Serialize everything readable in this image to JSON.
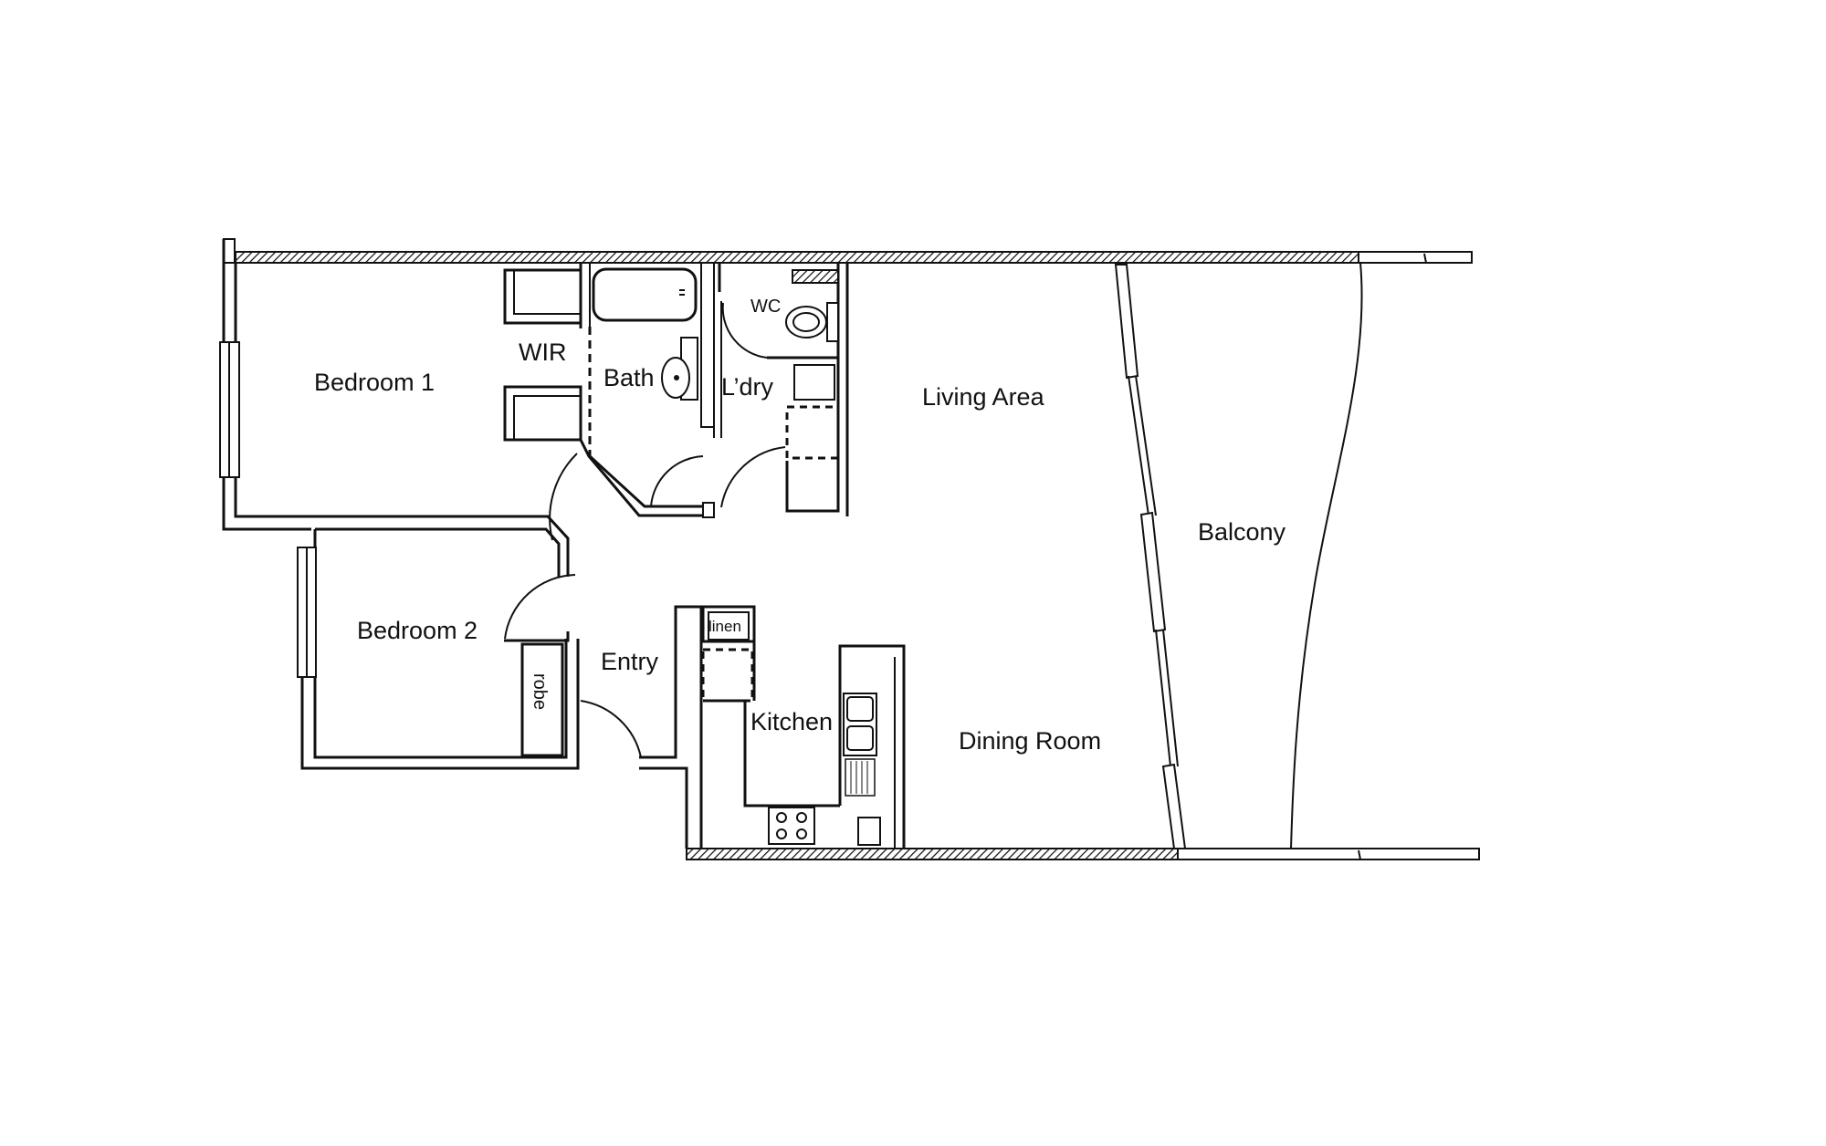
{
  "rooms": {
    "bedroom1": "Bedroom 1",
    "wir": "WIR",
    "bath": "Bath",
    "laundry": "L’dry",
    "wc": "WC",
    "living": "Living Area",
    "balcony": "Balcony",
    "bedroom2": "Bedroom 2",
    "robe": "robe",
    "entry": "Entry",
    "linen": "linen",
    "kitchen": "Kitchen",
    "dining": "Dining Room"
  },
  "colors": {
    "line": "#111111",
    "background": "#ffffff"
  }
}
